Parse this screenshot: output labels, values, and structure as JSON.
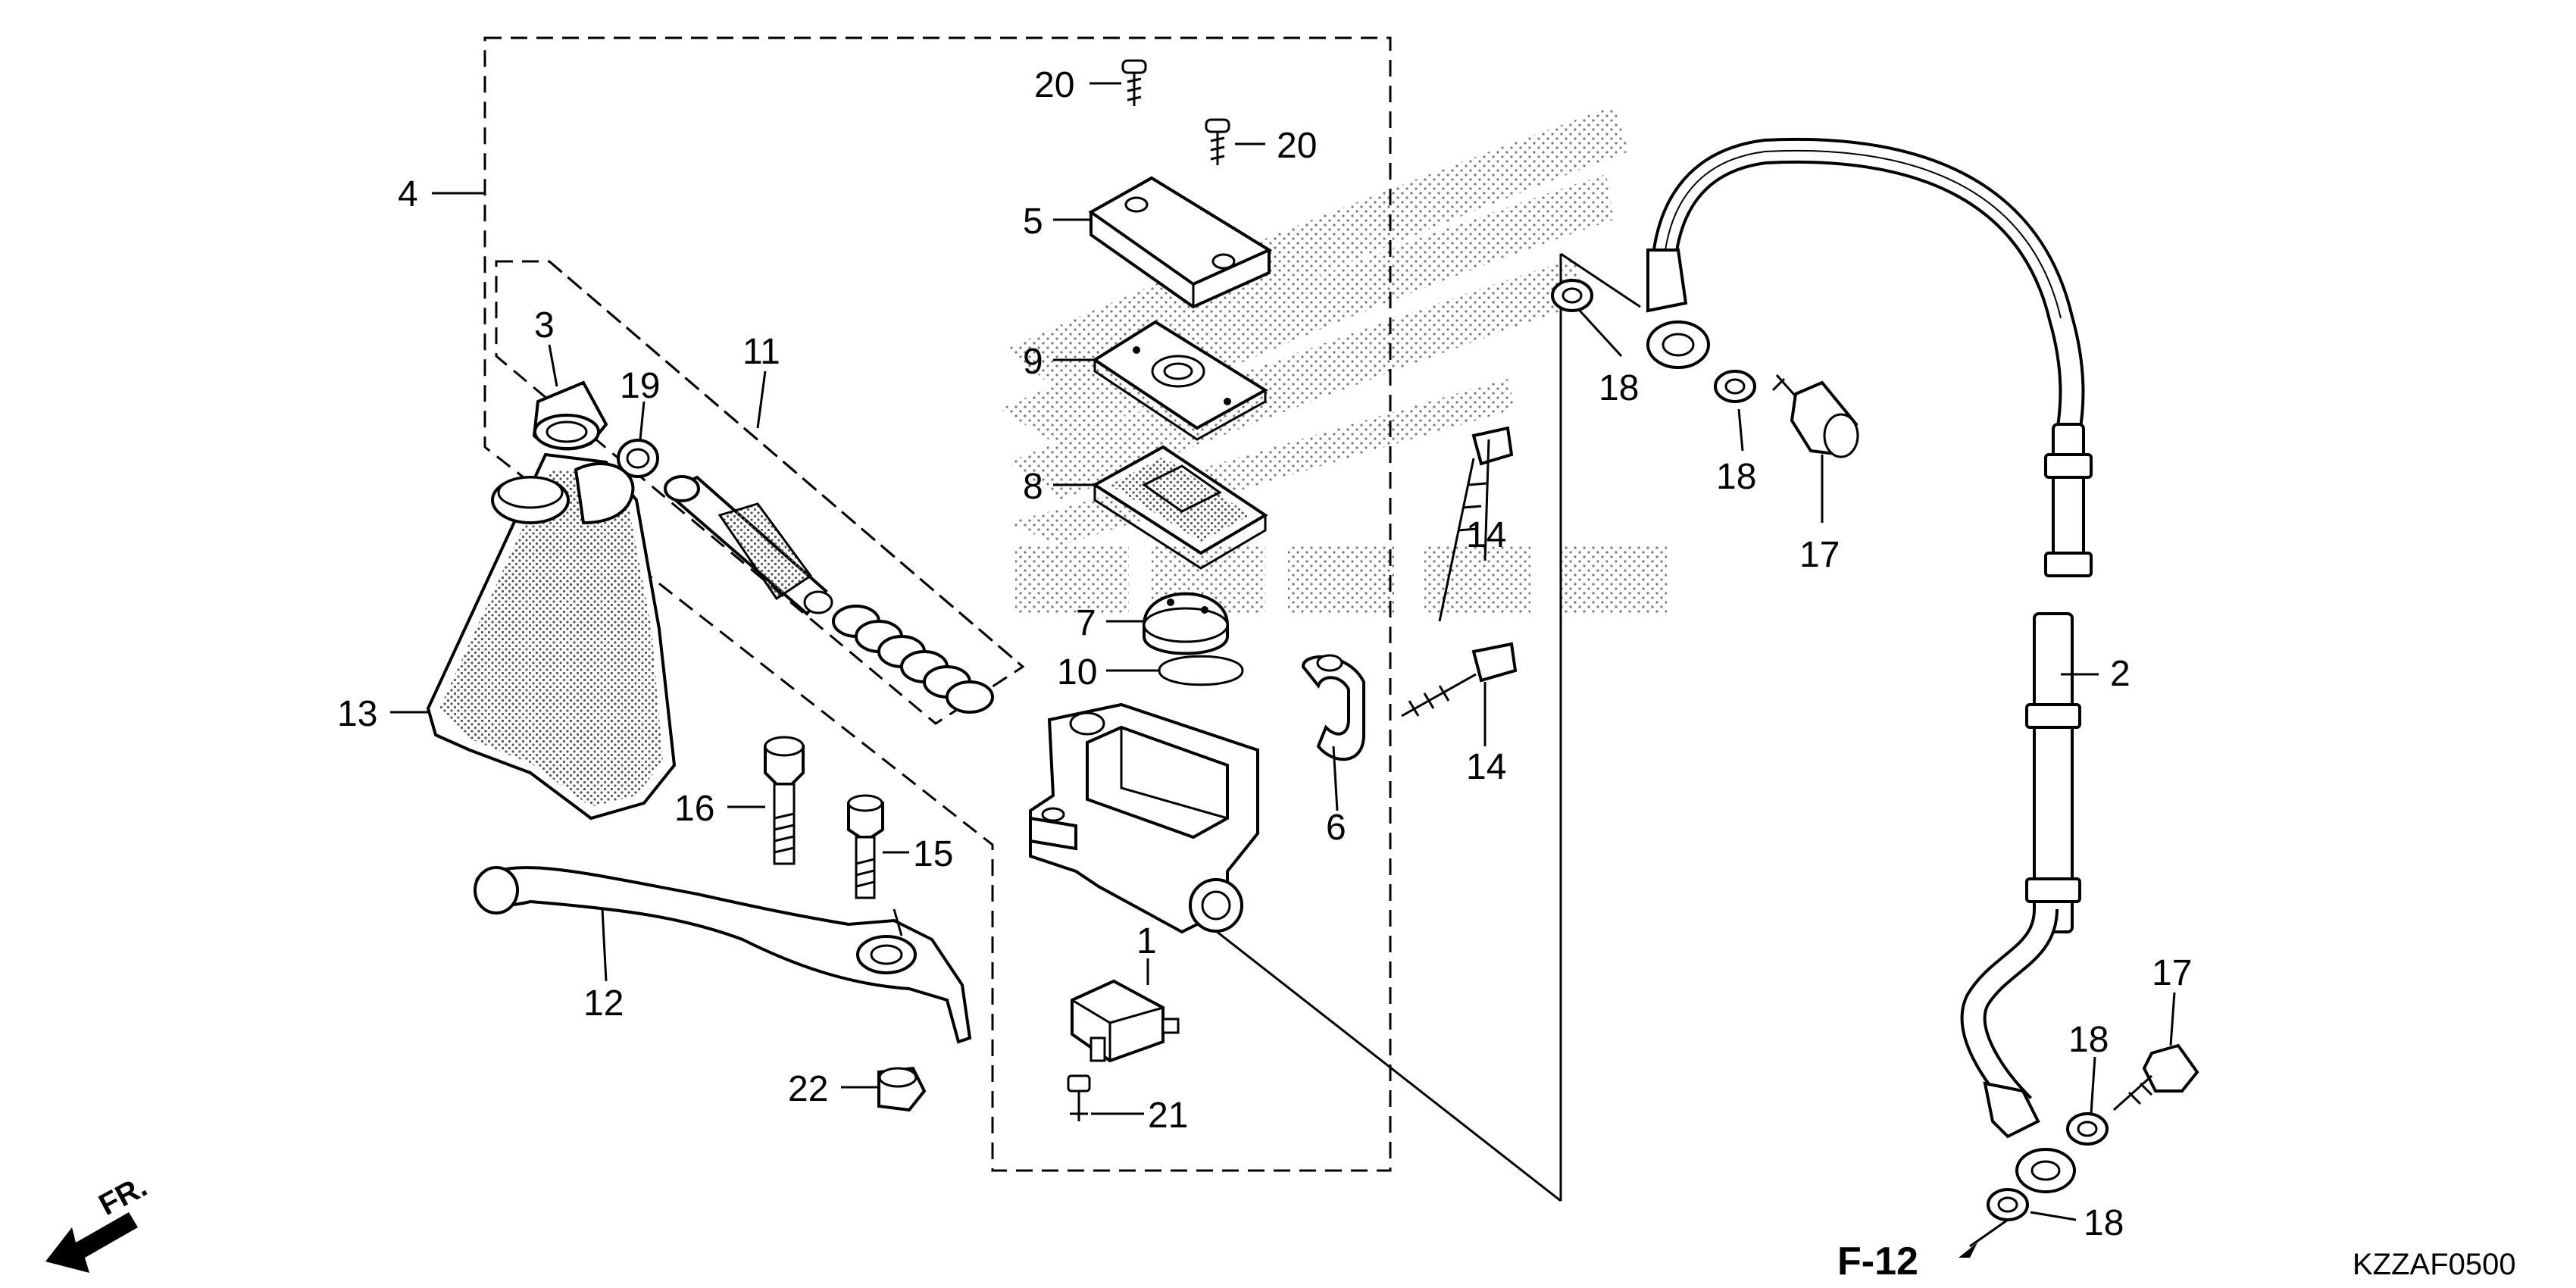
{
  "labels": {
    "l1": "1",
    "l2": "2",
    "l3": "3",
    "l4": "4",
    "l5": "5",
    "l6": "6",
    "l7": "7",
    "l8": "8",
    "l9": "9",
    "l10": "10",
    "l11": "11",
    "l12": "12",
    "l13": "13",
    "l14a": "14",
    "l14b": "14",
    "l15": "15",
    "l16": "16",
    "l17a": "17",
    "l17b": "17",
    "l18a": "18",
    "l18b": "18",
    "l18c": "18",
    "l18d": "18",
    "l19": "19",
    "l20a": "20",
    "l20b": "20",
    "l21": "21",
    "l22": "22"
  },
  "reference": "F-12",
  "front_marker": "FR.",
  "diagram_code": "KZZAF0500"
}
